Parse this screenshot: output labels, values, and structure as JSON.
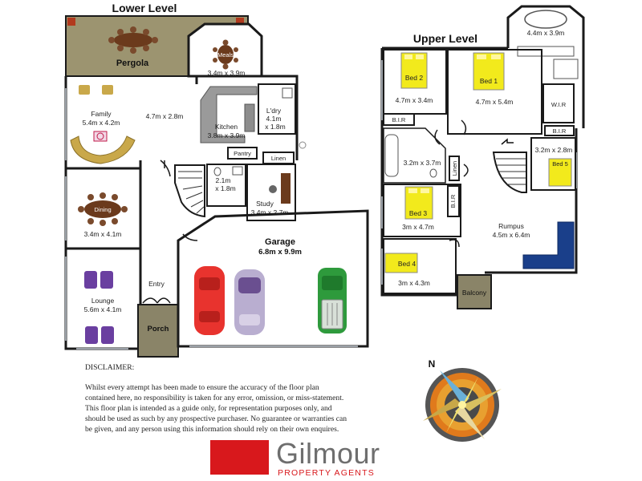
{
  "lower": {
    "title": "Lower Level",
    "rooms": {
      "pergola": "Pergola",
      "meals": "Meals",
      "meals_dim": "3.4m x 3.9m",
      "family": "Family",
      "family_dim": "5.4m x 4.2m",
      "open_dim": "4.7m x 2.8m",
      "laundry": "L'dry",
      "laundry_dim1": "4.1m",
      "laundry_dim2": "x 1.8m",
      "kitchen": "Kitchen",
      "kitchen_dim": "3.8m x 3.9m",
      "pantry": "Pantry",
      "linen": "Linen",
      "bath_dim1": "2.1m",
      "bath_dim2": "x 1.8m",
      "study": "Study",
      "study_dim": "3.4m x 2.7m",
      "dining": "Dining",
      "dining_dim": "3.4m x 4.1m",
      "garage": "Garage",
      "garage_dim": "6.8m x 9.9m",
      "entry": "Entry",
      "lounge": "Lounge",
      "lounge_dim": "5.6m x 4.1m",
      "porch": "Porch"
    }
  },
  "upper": {
    "title": "Upper Level",
    "rooms": {
      "ens_dim": "4.4m x 3.9m",
      "bed2": "Bed 2",
      "bed2_dim": "4.7m x 3.4m",
      "bed1": "Bed 1",
      "bed1_dim": "4.7m x 5.4m",
      "wir": "W.I.R",
      "bir_a": "B.I.R",
      "bir_b": "B.I.R",
      "bir_c": "B.I.R",
      "bath_dim": "3.2m x 3.7m",
      "linen": "Linen",
      "bed5": "Bed 5",
      "bed5_dim": "3.2m x 2.8m",
      "bed3": "Bed 3",
      "bed3_dim": "3m x 4.7m",
      "rumpus": "Rumpus",
      "rumpus_dim": "4.5m x 6.4m",
      "bed4": "Bed 4",
      "bed4_dim": "3m x 4.3m",
      "balcony": "Balcony"
    }
  },
  "compass": {
    "north": "N"
  },
  "disclaimer": {
    "heading": "DISCLAIMER:",
    "body": "Whilst every attempt has been made to ensure the accuracy of the floor plan contained here, no responsibility is taken for any error, omission, or miss-statement. This floor plan is intended as a guide only, for representation purposes only, and should be used as such by any prospective purchaser. No guarantee or warranties can be given, and any person using this information should rely on their own enquires."
  },
  "logo": {
    "name": "Gilmour",
    "subtitle": "PROPERTY AGENTS"
  },
  "colors": {
    "pergola": "#9c9470",
    "porch": "#8a8468",
    "bed": "#f2ea1c",
    "sofa_family": "#c9a84a",
    "sofa_rumpus": "#1a3f8a",
    "sofa_lounge": "#6a3fa0",
    "table": "#6b3a1c",
    "car_red": "#e8332e",
    "car_purple": "#8a6fb0",
    "car_green": "#2e9a3c",
    "brand_red": "#d8181c"
  }
}
